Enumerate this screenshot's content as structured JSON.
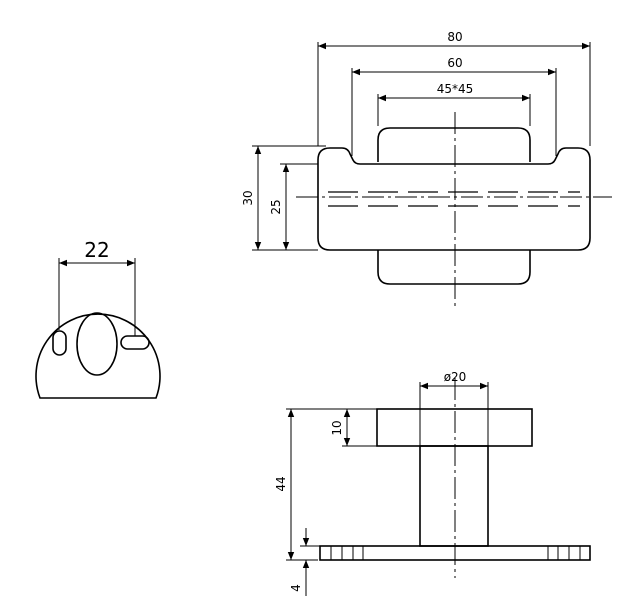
{
  "dimensions": {
    "total_width": "80",
    "middle_width": "60",
    "chamfer_label": "45*45",
    "height_outer": "30",
    "height_inner": "25",
    "hole_spacing": "22",
    "shaft_diameter": "ø20",
    "flange_thickness": "10",
    "total_height": "44",
    "base_thickness": "4"
  }
}
